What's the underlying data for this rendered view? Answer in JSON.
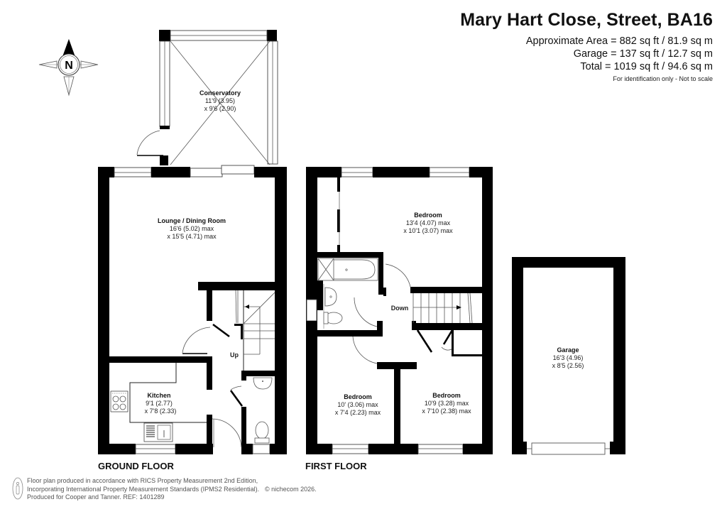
{
  "header": {
    "title": "Mary Hart Close, Street, BA16",
    "areas": [
      "Approximate Area = 882 sq ft / 81.9 sq m",
      "Garage = 137 sq ft / 12.7 sq m",
      "Total = 1019 sq ft / 94.6 sq m"
    ],
    "note": "For identification only - Not to scale"
  },
  "compass": {
    "label": "N",
    "icon": "compass-rose-icon"
  },
  "floors": {
    "ground": {
      "label": "GROUND FLOOR",
      "rooms": [
        {
          "name": "Conservatory",
          "dim1": "11'9 (3.95)",
          "dim2": "x 9'6 (2.90)"
        },
        {
          "name": "Lounge / Dining Room",
          "dim1": "16'6 (5.02) max",
          "dim2": "x 15'5 (4.71) max"
        },
        {
          "name": "Kitchen",
          "dim1": "9'1 (2.77)",
          "dim2": "x 7'8 (2.33)"
        }
      ],
      "stairs_label": "Up"
    },
    "first": {
      "label": "FIRST FLOOR",
      "rooms": [
        {
          "name": "Bedroom",
          "dim1": "13'4 (4.07) max",
          "dim2": "x 10'1 (3.07) max"
        },
        {
          "name": "Bedroom",
          "dim1": "10' (3.06) max",
          "dim2": "x 7'4 (2.23) max"
        },
        {
          "name": "Bedroom",
          "dim1": "10'9 (3.28) max",
          "dim2": "x 7'10 (2.38) max"
        }
      ],
      "stairs_label": "Down"
    },
    "garage": {
      "rooms": [
        {
          "name": "Garage",
          "dim1": "16'3 (4.96)",
          "dim2": "x 8'5 (2.56)"
        }
      ]
    }
  },
  "footer": {
    "lines": [
      "Floor plan produced in accordance with RICS Property Measurement 2nd Edition,",
      "Incorporating International Property Measurement Standards (IPMS2 Residential).",
      "Produced for Cooper and Tanner.   REF: 1401289"
    ],
    "copyright": "© nichecom 2026."
  }
}
